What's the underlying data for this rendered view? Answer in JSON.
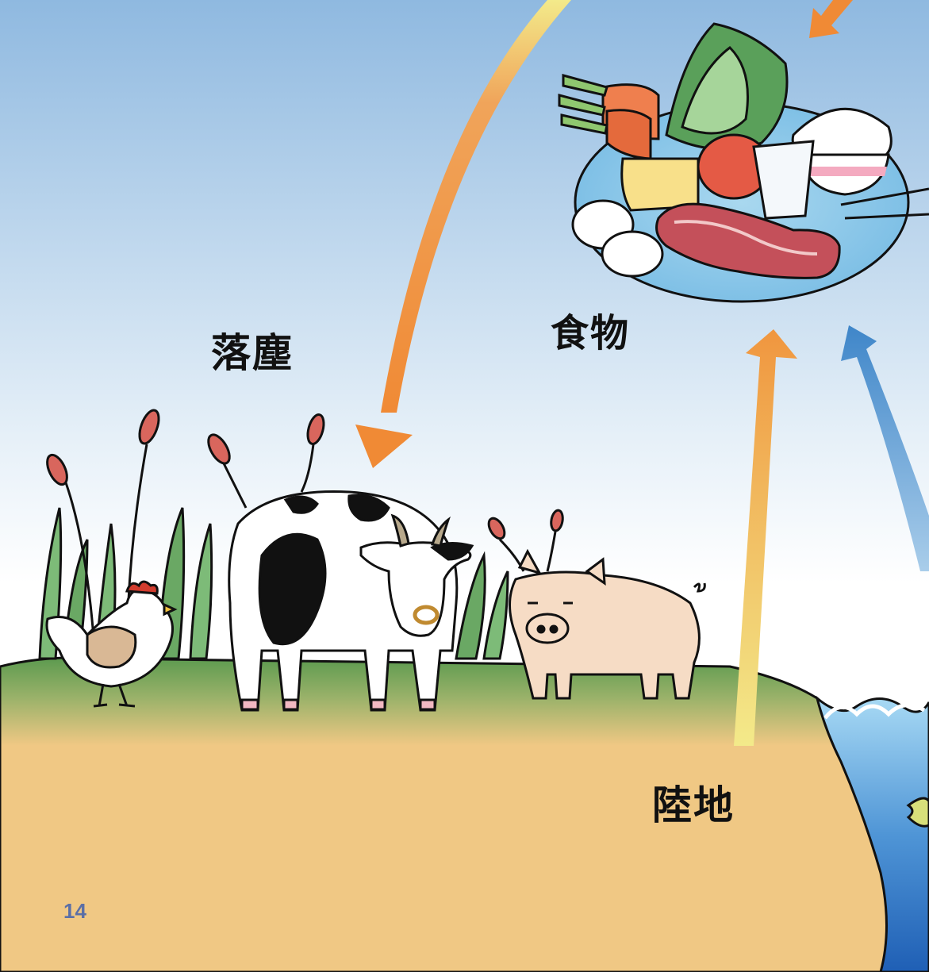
{
  "labels": {
    "fallout": "落塵",
    "food": "食物",
    "land": "陸地"
  },
  "page_number": "14",
  "colors": {
    "sky_top": "#8fb9e0",
    "sky_bottom": "#ffffff",
    "grass": "#5c9a4f",
    "ground": "#f0c884",
    "water_top": "#9fd3f2",
    "water_bottom": "#1f5fb5",
    "arrow_orange": "#f08a35",
    "arrow_yellow": "#f3ea8a",
    "arrow_blue": "#3f86c9"
  }
}
